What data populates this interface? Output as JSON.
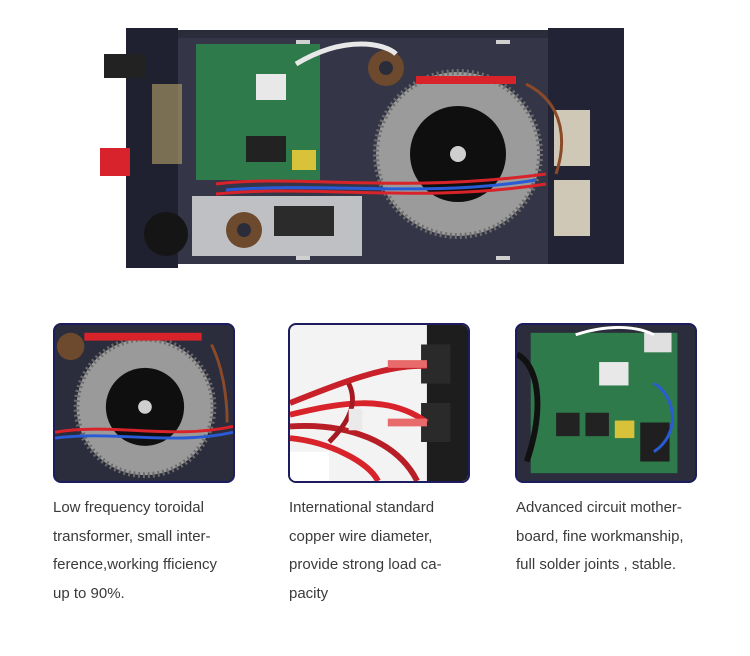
{
  "captions": [
    {
      "lines": [
        "Low frequency toroidal",
        "transformer, small inter-",
        "ference,working fficiency",
        "up to 90%."
      ]
    },
    {
      "lines": [
        "International standard",
        "copper wire diameter,",
        "provide strong load ca-",
        "pacity"
      ]
    },
    {
      "lines": [
        "Advanced circuit mother-",
        "board, fine workmanship,",
        "full solder joints , stable."
      ]
    }
  ],
  "colors": {
    "card_border": "#1c1c5e",
    "caption_text": "#3a3a3a",
    "chassis": "#2b2c3a",
    "pcb_green": "#2f7a4a",
    "wire_red": "#d8232a",
    "wire_blue": "#2a5bd7",
    "copper": "#a9a9a9"
  }
}
